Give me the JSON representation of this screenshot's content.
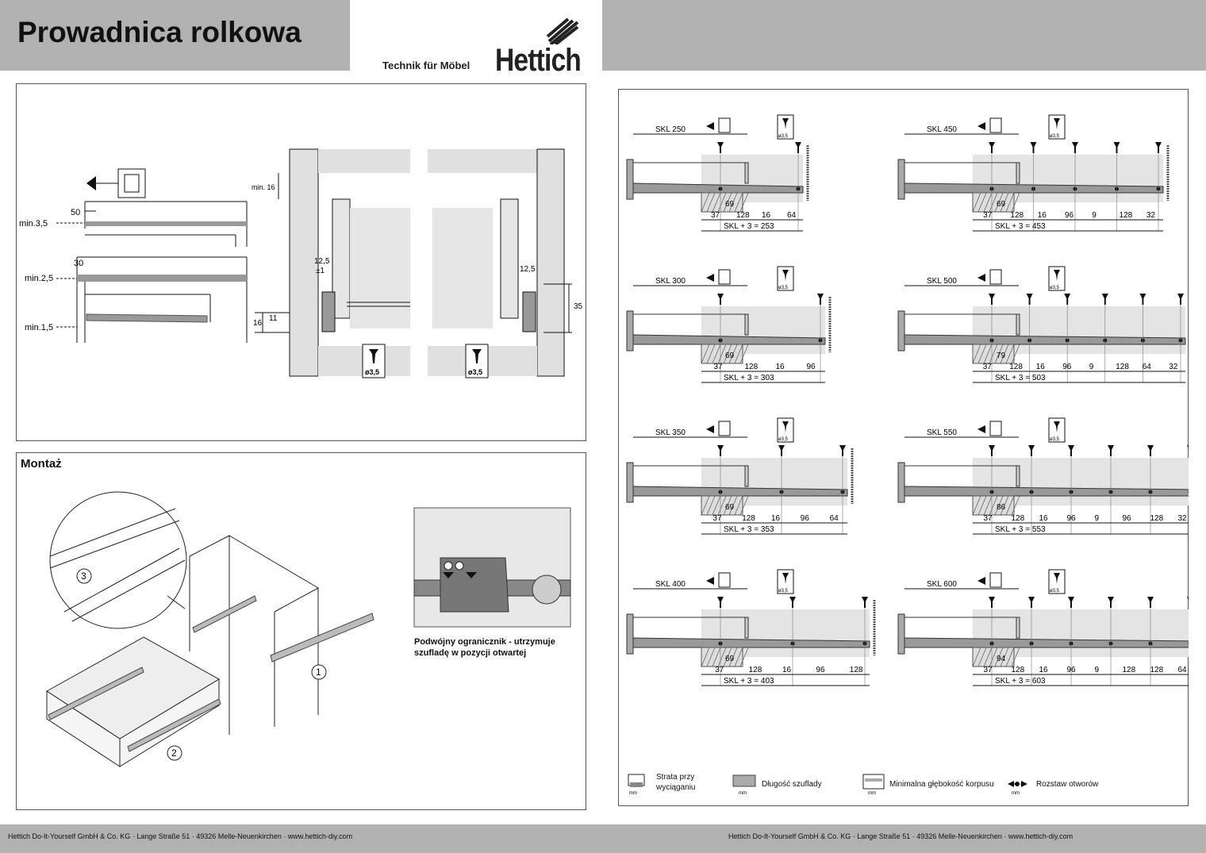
{
  "header": {
    "title": "Prowadnica rolkowa",
    "tagline": "Technik für Möbel",
    "brand": "Hettich"
  },
  "install_diagram": {
    "offsets": [
      {
        "dim": "50",
        "min": "min.3,5"
      },
      {
        "dim": "30",
        "min": "min.2,5"
      },
      {
        "dim": "",
        "min": "min.1,5"
      }
    ],
    "min_16": "min. 16",
    "d_12_5": "12,5",
    "d_pm1": "±1",
    "d_16": "16",
    "d_11": "11",
    "d_12_5_right": "12,5",
    "d_35": "35",
    "screw_left": "ø3,5",
    "screw_right": "ø3,5"
  },
  "montaz": {
    "title": "Montaż",
    "steps": [
      "1",
      "2",
      "3"
    ],
    "caption": "Podwójny ogranicznik - utrzymuje szufladę w pozycji otwartej"
  },
  "rail_variants": [
    {
      "skl": "SKL 250",
      "len": 250,
      "first": "69",
      "dims": [
        "37",
        "128",
        "16",
        "64"
      ],
      "total": "SKL + 3 = 253"
    },
    {
      "skl": "SKL 450",
      "len": 450,
      "first": "69",
      "dims": [
        "37",
        "128",
        "16",
        "96",
        "9",
        "128",
        "32"
      ],
      "total": "SKL + 3 = 453"
    },
    {
      "skl": "SKL 300",
      "len": 300,
      "first": "69",
      "dims": [
        "37",
        "128",
        "16",
        "96"
      ],
      "total": "SKL + 3 = 303"
    },
    {
      "skl": "SKL 500",
      "len": 500,
      "first": "79",
      "dims": [
        "37",
        "128",
        "16",
        "96",
        "9",
        "128",
        "64",
        "32"
      ],
      "total": "SKL + 3 = 503"
    },
    {
      "skl": "SKL 350",
      "len": 350,
      "first": "69",
      "dims": [
        "37",
        "128",
        "16",
        "96",
        "64"
      ],
      "total": "SKL + 3 = 353"
    },
    {
      "skl": "SKL 550",
      "len": 550,
      "first": "86",
      "dims": [
        "37",
        "128",
        "16",
        "96",
        "9",
        "96",
        "128",
        "32"
      ],
      "total": "SKL + 3 = 553"
    },
    {
      "skl": "SKL 400",
      "len": 400,
      "first": "69",
      "dims": [
        "37",
        "128",
        "16",
        "96",
        "128"
      ],
      "total": "SKL + 3 = 403"
    },
    {
      "skl": "SKL 600",
      "len": 600,
      "first": "94",
      "dims": [
        "37",
        "128",
        "16",
        "96",
        "9",
        "128",
        "128",
        "64"
      ],
      "total": "SKL + 3 = 603"
    }
  ],
  "screw_label": "ø3,5",
  "legend": {
    "extension_loss": "Strata przy wyciąganiu",
    "drawer_length": "Długość szuflady",
    "min_depth": "Minimalna głębokość korpusu",
    "hole_spacing": "Rozstaw otworów",
    "unit": "mm"
  },
  "footer": {
    "left": "Hettich Do-It-Yourself GmbH & Co. KG · Lange Straße 51 · 49326 Melle-Neuenkirchen · www.hettich-diy.com",
    "right": "Hettich Do-It-Yourself GmbH & Co. KG · Lange Straße 51 · 49326 Melle-Neuenkirchen · www.hettich-diy.com"
  }
}
